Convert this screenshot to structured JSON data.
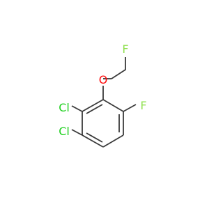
{
  "molecule": {
    "atoms": {
      "F_top": {
        "symbol": "F",
        "color": "#90e050"
      },
      "O": {
        "symbol": "O",
        "color": "#ff0d0d"
      },
      "Cl_upper": {
        "symbol": "Cl",
        "color": "#1fd01f"
      },
      "Cl_lower": {
        "symbol": "Cl",
        "color": "#1fd01f"
      },
      "F_right": {
        "symbol": "F",
        "color": "#90e050"
      }
    },
    "bond_color": "#3a3a3a"
  }
}
